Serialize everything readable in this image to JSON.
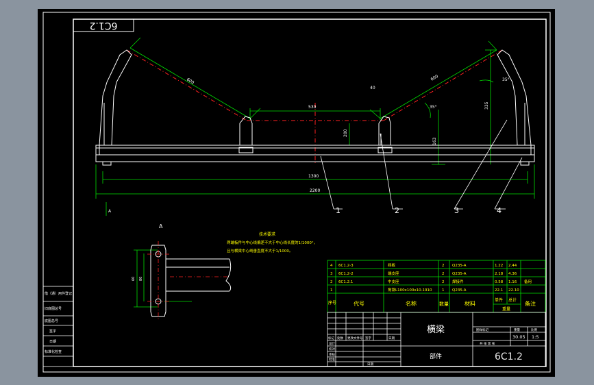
{
  "colors": {
    "bg_outer": "#8a949f",
    "sheet": "#000000",
    "frame": "#ffffff",
    "dim": "#00e000",
    "center_line": "#ff2020",
    "text_white": "#ffffff",
    "text_yellow": "#ffff00",
    "title_text": "#e8e8e8"
  },
  "header": {
    "mirrored_code": "6C1.2"
  },
  "drawing": {
    "dims": {
      "side_len_left": "600",
      "side_len_right": "600",
      "middle_len": "530",
      "height_a": "335",
      "height_b": "200",
      "height_c": "163",
      "width_inner": "1300",
      "width_total": "2200",
      "angle_top": "35°",
      "angle_mid": "35°",
      "angle_a": "40"
    },
    "callouts": [
      "1",
      "2",
      "3",
      "4"
    ],
    "section_marker": "A",
    "detail_label": "A",
    "detail_dim": "60",
    "detail_dim2": "80"
  },
  "notes": {
    "title": "技术要求",
    "line1": "两端板件与中心线偏差不大于中心线长度的1/1000°，",
    "line2": "且与横梁中心线垂直度不大于1/1000。"
  },
  "bom": {
    "rows": [
      {
        "no": "4",
        "code": "6C1.2-3",
        "name": "挡板",
        "qty": "2",
        "material": "Q235-A",
        "unit": "1.22",
        "total": "2.44",
        "note": ""
      },
      {
        "no": "3",
        "code": "6C1.2-2",
        "name": "端支座",
        "qty": "2",
        "material": "Q235-A",
        "unit": "2.18",
        "total": "4.36",
        "note": ""
      },
      {
        "no": "2",
        "code": "6C1.2.1",
        "name": "中支座",
        "qty": "2",
        "material": "焊接件",
        "unit": "0.58",
        "total": "1.16",
        "note": "备用"
      },
      {
        "no": "1",
        "code": "",
        "name": "角钢L100x100x10-1910",
        "qty": "1",
        "material": "Q235-A",
        "unit": "22.1",
        "total": "22.10",
        "note": ""
      }
    ],
    "header": {
      "no": "序号",
      "code": "代号",
      "name": "名称",
      "qty": "数量",
      "material": "材料",
      "unit": "单件",
      "total": "总计",
      "weight": "重量",
      "note": "备注"
    }
  },
  "title_block": {
    "part_name": "横梁",
    "type_label": "部件",
    "drawing_no": "6C1.2",
    "weight": "30.05",
    "scale": "1:5",
    "stage_label": "图样标记",
    "weight_label": "重量",
    "scale_label": "比例",
    "sheet_label": "共 张 第 张",
    "date_label": "日期",
    "rev_labels": [
      "标记",
      "处数",
      "更改文件号",
      "签字",
      "日期"
    ],
    "design_label": "设计",
    "check_label": "校对",
    "review_label": "审核",
    "approve_label": "批准"
  },
  "left_strip": {
    "items": [
      "借（通）用件登记",
      "旧底图总号",
      "底图总号",
      "签字",
      "日期",
      "标准化检查"
    ]
  }
}
